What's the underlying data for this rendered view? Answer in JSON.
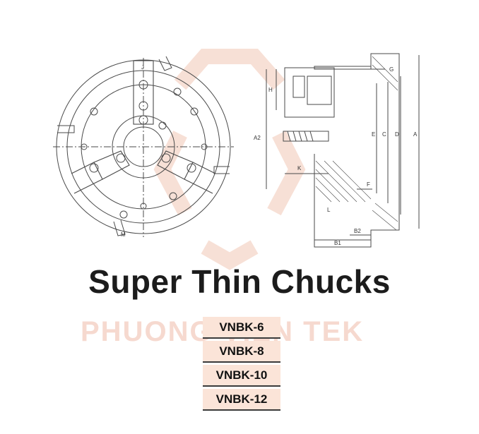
{
  "title": "Super Thin Chucks",
  "watermark": "PHUONG VIEN TEK",
  "models": [
    "VNBK-6",
    "VNBK-8",
    "VNBK-10",
    "VNBK-12"
  ],
  "drawing": {
    "front_view_labels": {
      "jaw_height": "J",
      "slot_width": "M"
    },
    "side_view_labels": {
      "top_callout": "G",
      "jaw_height": "H",
      "jaw_to_back": "K",
      "overall_height": "A2",
      "dim_E": "E",
      "dim_C": "C",
      "dim_D": "D",
      "dim_A": "A",
      "dim_F": "F",
      "dim_L": "L",
      "dim_B2": "B2",
      "dim_B1": "B1"
    }
  },
  "colors": {
    "line": "#4a4a4a",
    "watermark": "#f6d9cf",
    "model_band": "#fbe4d8",
    "title": "#1c1c1c"
  }
}
